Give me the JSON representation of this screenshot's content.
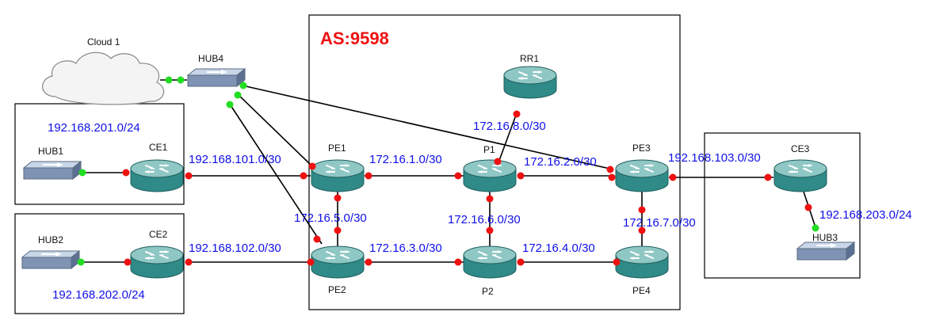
{
  "autonomous_system": "AS:9598",
  "cloud": {
    "label": "Cloud 1"
  },
  "devices": {
    "hub4": "HUB4",
    "hub1": "HUB1",
    "hub2": "HUB2",
    "hub3": "HUB3",
    "ce1": "CE1",
    "ce2": "CE2",
    "ce3": "CE3",
    "pe1": "PE1",
    "pe2": "PE2",
    "pe3": "PE3",
    "pe4": "PE4",
    "p1": "P1",
    "p2": "P2",
    "rr1": "RR1"
  },
  "networks": {
    "lan_ce1": "192.168.201.0/24",
    "lan_ce2": "192.168.202.0/24",
    "lan_ce3": "192.168.203.0/24",
    "ce1_pe1": "192.168.101.0/30",
    "ce2_pe2": "192.168.102.0/30",
    "pe3_ce3": "192.168.103.0/30",
    "pe1_p1": "172.16.1.0/30",
    "p1_pe3": "172.16.2.0/30",
    "pe2_p2": "172.16.3.0/30",
    "p2_pe4": "172.16.4.0/30",
    "pe1_pe2": "172.16.5.0/30",
    "p1_p2": "172.16.6.0/30",
    "pe3_pe4": "172.16.7.0/30",
    "rr1_p1": "172.16.8.0/30"
  },
  "colors": {
    "router_top": "#8fc7c4",
    "router_body": "#2f8a88",
    "port_connected": "#ee1111",
    "port_hub": "#22dd22",
    "network_label": "#1010e8",
    "as_label": "#ee1111"
  }
}
